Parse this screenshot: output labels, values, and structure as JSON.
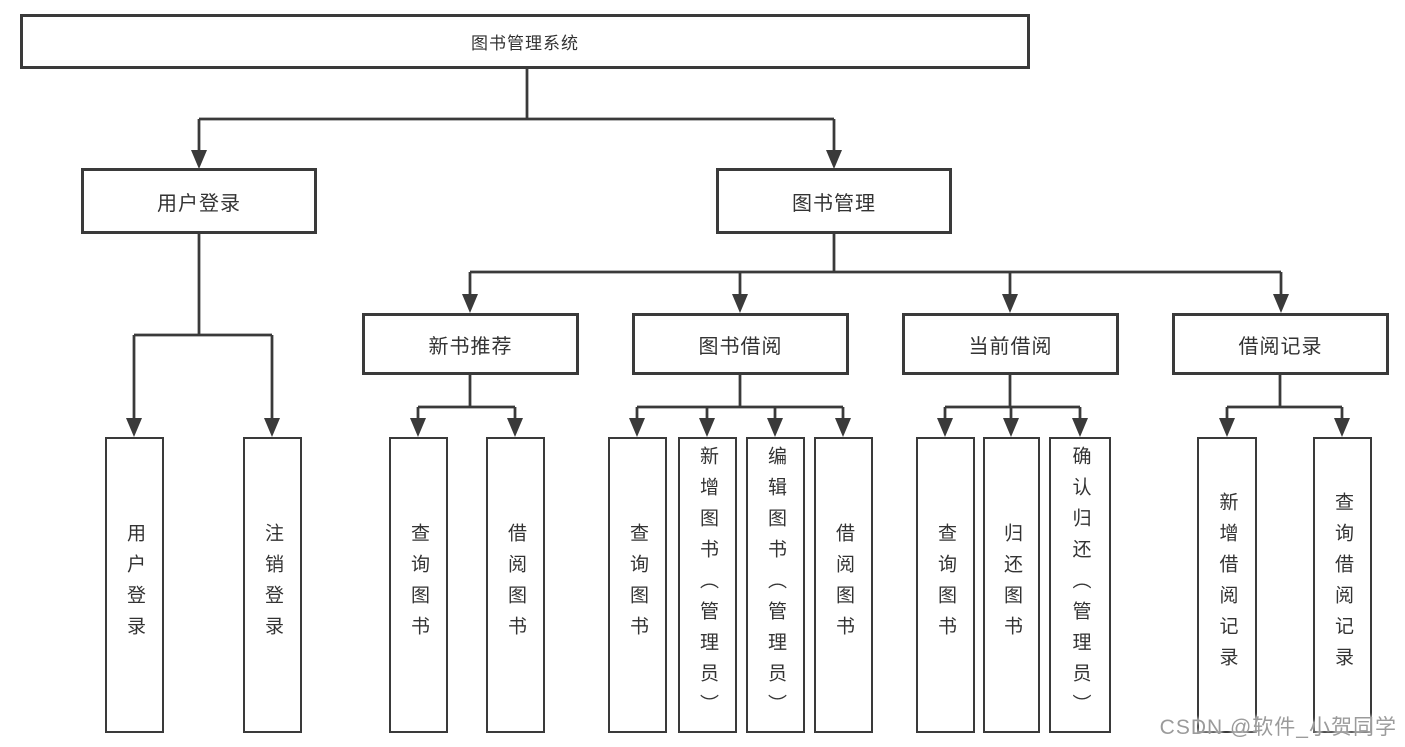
{
  "diagram_title": "图书管理系统",
  "tree": {
    "root": {
      "label": "图书管理系统"
    },
    "children": [
      {
        "label": "用户登录",
        "children": [
          {
            "label": "用户登录"
          },
          {
            "label": "注销登录"
          }
        ]
      },
      {
        "label": "图书管理",
        "children": [
          {
            "label": "新书推荐",
            "children": [
              {
                "label": "查询图书"
              },
              {
                "label": "借阅图书"
              }
            ]
          },
          {
            "label": "图书借阅",
            "children": [
              {
                "label": "查询图书"
              },
              {
                "label": "新增图书（管理员）"
              },
              {
                "label": "编辑图书（管理员）"
              },
              {
                "label": "借阅图书"
              }
            ]
          },
          {
            "label": "当前借阅",
            "children": [
              {
                "label": "查询图书"
              },
              {
                "label": "归还图书"
              },
              {
                "label": "确认归还（管理员）"
              }
            ]
          },
          {
            "label": "借阅记录",
            "children": [
              {
                "label": "新增借阅记录"
              },
              {
                "label": "查询借阅记录"
              }
            ]
          }
        ]
      }
    ]
  },
  "watermark": "CSDN @软件_小贺同学",
  "colors": {
    "line": "#3a3a3a",
    "box_border": "#3a3a3a",
    "text": "#333333",
    "watermark": "#9b9b9b",
    "background": "#ffffff"
  }
}
